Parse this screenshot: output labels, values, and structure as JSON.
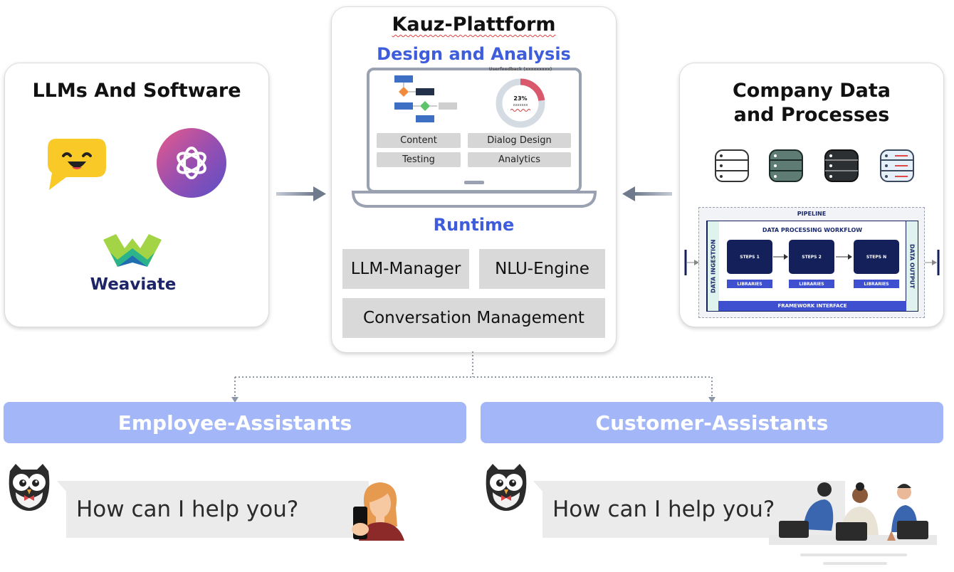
{
  "platform": {
    "title": "Kauz-Plattform",
    "design_heading": "Design and Analysis",
    "screen": {
      "feedback_label": "Userfeedback (xxxxxxxxx)",
      "donut_percent": "23%",
      "donut_sub": "xxxxxxx",
      "donut_value": 0.23,
      "buttons": [
        "Content",
        "Dialog Design",
        "Testing",
        "Analytics"
      ]
    },
    "runtime_heading": "Runtime",
    "runtime_boxes": [
      "LLM-Manager",
      "NLU-Engine"
    ],
    "runtime_wide": "Conversation Management"
  },
  "llms": {
    "title": "LLMs And Software",
    "weaviate_label": "Weaviate"
  },
  "company": {
    "title_line1": "Company Data",
    "title_line2": "and Processes",
    "pipeline": {
      "label": "PIPELINE",
      "workflow_label": "DATA PROCESSING WORKFLOW",
      "ingestion": "DATA INGESTION",
      "output": "DATA OUTPUT",
      "steps": [
        "STEPS 1",
        "STEPS 2",
        "STEPS N"
      ],
      "library_label": "LIBRARIES",
      "framework": "FRAMEWORK INTERFACE"
    }
  },
  "assistants": {
    "employee": "Employee-Assistants",
    "customer": "Customer-Assistants",
    "greeting": "How can I help you?"
  },
  "colors": {
    "accent_blue": "#3e5ddc",
    "assist_bar": "#a3b6f7",
    "navy": "#14205a",
    "gray_box": "#d9d9d9"
  }
}
